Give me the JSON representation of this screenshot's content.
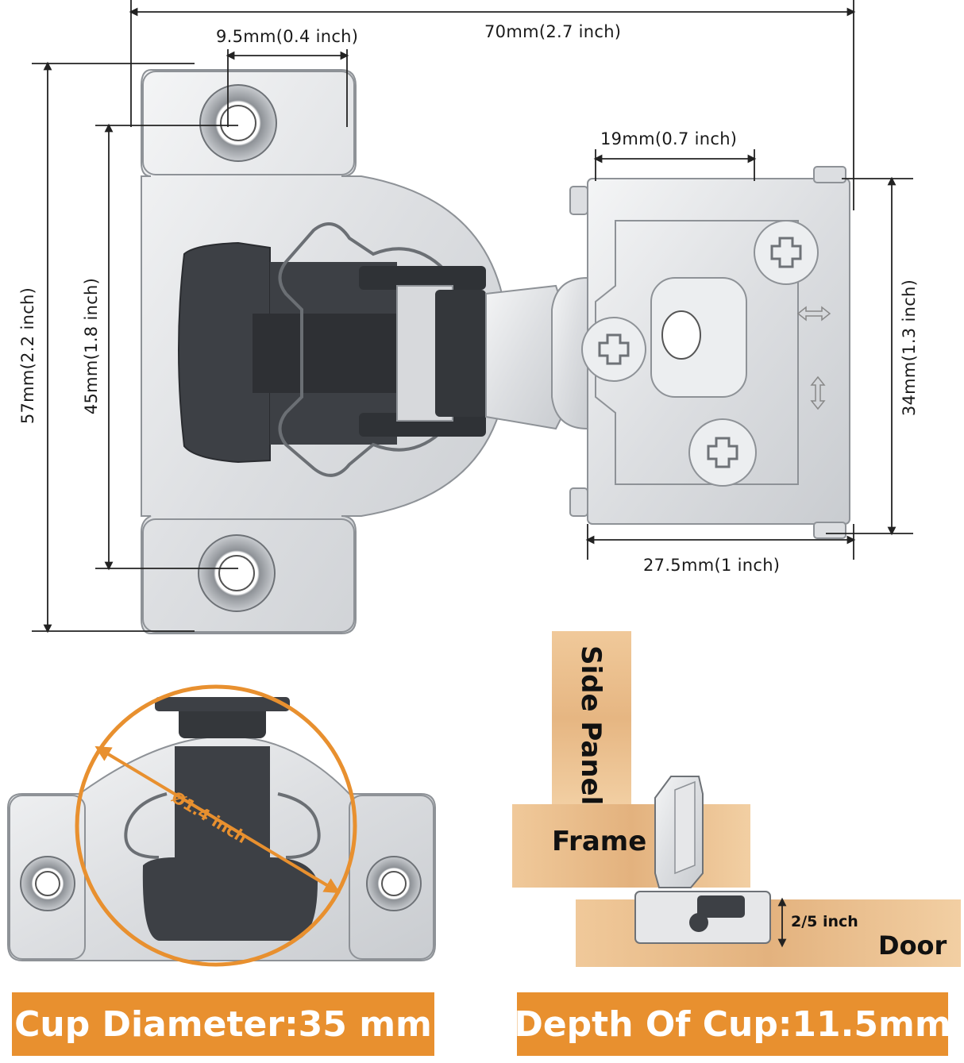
{
  "dimensions": {
    "overall_width": "70mm(2.7 inch)",
    "hole_offset": "9.5mm(0.4 inch)",
    "arm_width": "19mm(0.7 inch)",
    "overall_height": "57mm(2.2 inch)",
    "hole_spacing": "45mm(1.8 inch)",
    "arm_height": "34mm(1.3 inch)",
    "arm_length": "27.5mm(1 inch)",
    "cup_diameter_mark": "Ø1.4 inch",
    "overlay": "2/5 inch"
  },
  "installation": {
    "side_panel": "Side Panel",
    "frame": "Frame",
    "door": "Door"
  },
  "banners": {
    "cup_diameter": "Cup Diameter:35 mm",
    "cup_depth": "Depth Of Cup:11.5mm"
  },
  "colors": {
    "accent": "#e8902f",
    "metal": "#e6e7e9",
    "cup": "#3d4045",
    "wood": "#e6b985"
  }
}
